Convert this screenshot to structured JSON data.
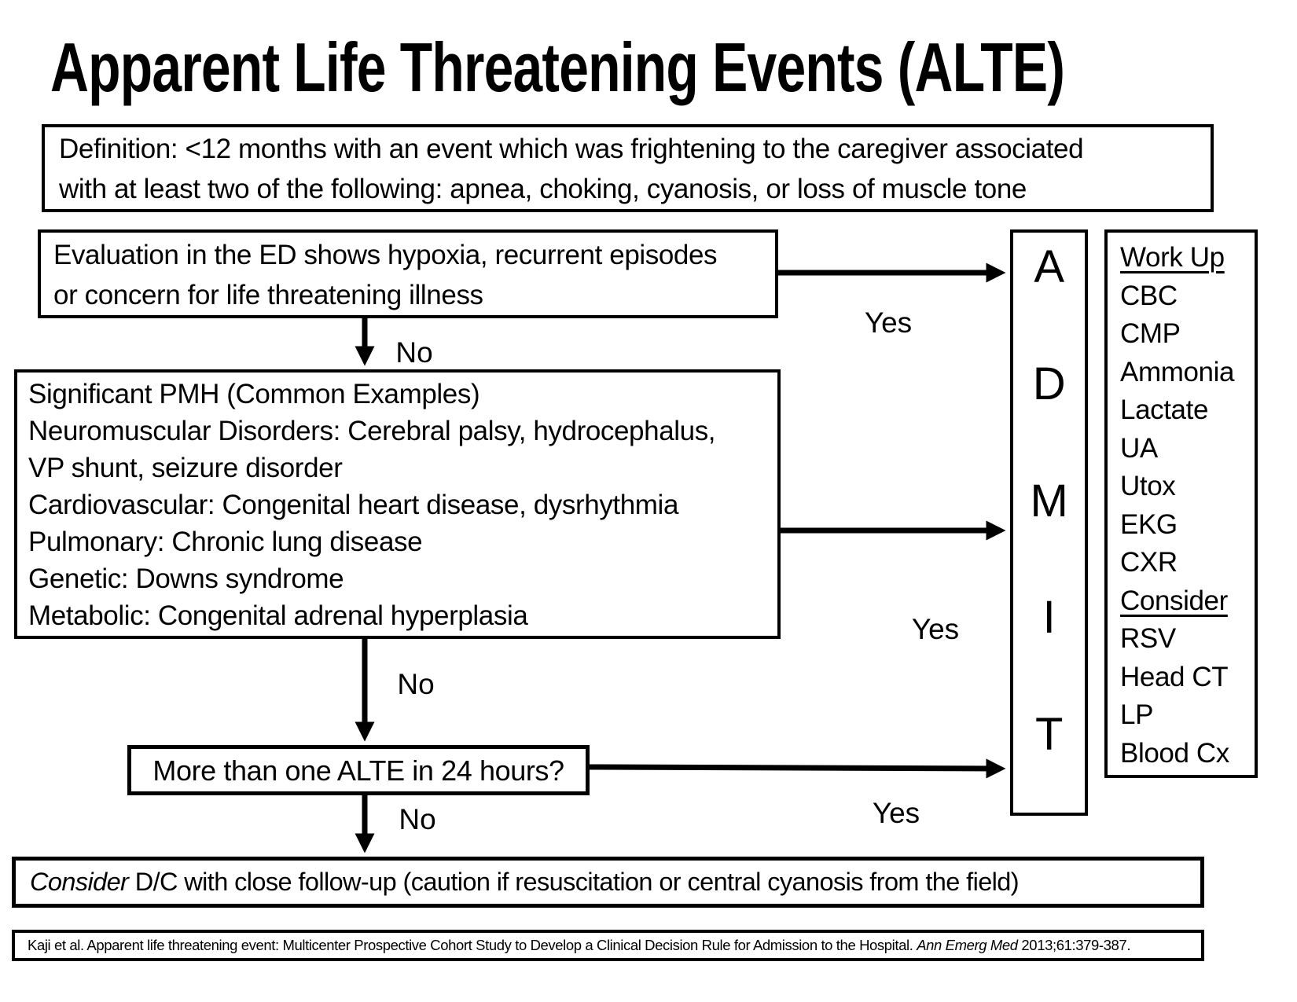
{
  "title": "Apparent Life Threatening Events (ALTE)",
  "definition": {
    "lines": [
      "Definition: <12 months with an event which was frightening to the caregiver associated",
      "with at least two of the following: apnea, choking, cyanosis, or loss of muscle tone"
    ]
  },
  "flow": {
    "eval_box": {
      "lines": [
        "Evaluation in the ED shows hypoxia, recurrent episodes",
        "or concern for life threatening illness"
      ]
    },
    "pmh_box": {
      "lines": [
        "Significant PMH (Common Examples)",
        "Neuromuscular Disorders: Cerebral palsy, hydrocephalus,",
        "VP shunt, seizure disorder",
        "Cardiovascular: Congenital heart disease, dysrhythmia",
        "Pulmonary: Chronic lung disease",
        "Genetic: Downs syndrome",
        "Metabolic: Congenital adrenal hyperplasia"
      ]
    },
    "alte_box": {
      "text": "More than one ALTE in 24 hours?"
    },
    "dc_box": {
      "italic_lead": "Consider",
      "rest": " D/C with close follow-up (caution if resuscitation or central cyanosis from the field)"
    },
    "labels": {
      "yes_eval": "Yes",
      "yes_pmh": "Yes",
      "yes_alte": "Yes",
      "no_eval": "No",
      "no_pmh": "No",
      "no_alte": "No"
    }
  },
  "admit": {
    "letters": [
      "A",
      "D",
      "M",
      "I",
      "T"
    ]
  },
  "workup": {
    "items": [
      "Work Up",
      "CBC",
      "CMP",
      "Ammonia",
      "Lactate",
      "UA",
      "Utox",
      "EKG",
      "CXR",
      "Consider",
      "RSV",
      "Head CT",
      "LP",
      "Blood Cx"
    ]
  },
  "citation": {
    "prefix": "Kaji et al. Apparent life threatening event: Multicenter Prospective Cohort Study to Develop a Clinical Decision Rule for Admission to the Hospital.  ",
    "journal_italic": "Ann Emerg Med",
    "suffix": " 2013;61:379-387."
  },
  "colors": {
    "ink": "#000000",
    "paper": "#ffffff"
  }
}
